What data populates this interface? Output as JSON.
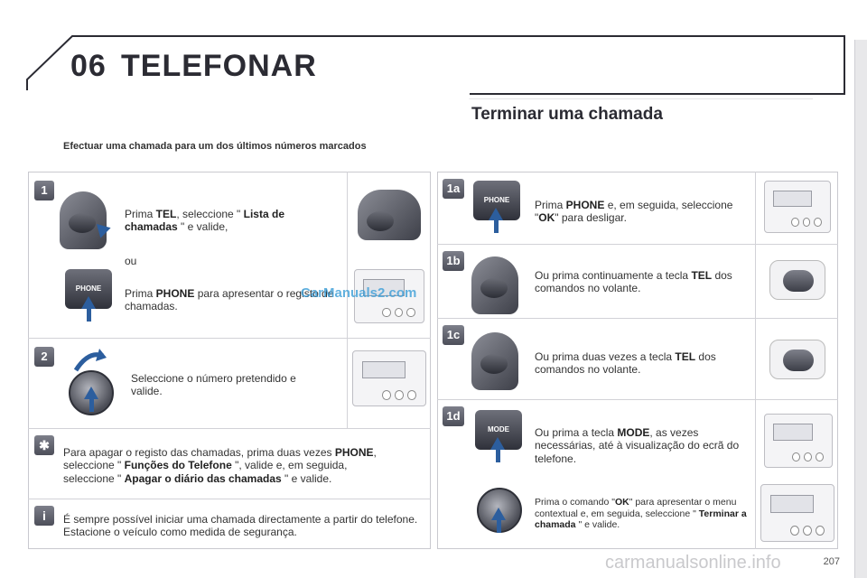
{
  "header": {
    "chapter_number": "06",
    "chapter_title": "TELEFONAR"
  },
  "section_title": "Terminar uma chamada",
  "intro": "Efectuar uma chamada para um dos últimos números marcados",
  "left": {
    "step1": {
      "badge": "1",
      "text_a_pre": "Prima ",
      "text_a_tel": "TEL",
      "text_a_mid": ", seleccione \" ",
      "text_a_list": "Lista de chamadas",
      "text_a_post": " \" e valide,",
      "or": "ou",
      "text_b_pre": "Prima ",
      "text_b_phone": "PHONE",
      "text_b_post": " para apresentar o registo de chamadas.",
      "phone_key": "PHONE"
    },
    "step2": {
      "badge": "2",
      "text": "Seleccione o número pretendido e valide."
    },
    "tip": {
      "t1": "Para apagar o registo das chamadas, prima duas vezes ",
      "t1b": "PHONE",
      "t1c": ",",
      "t2": "seleccione \" ",
      "t2b": "Funções do Telefone",
      "t2c": " \", valide e, em seguida,",
      "t3": "seleccione \" ",
      "t3b": "Apagar o diário das chamadas",
      "t3c": " \" e valide."
    },
    "info": {
      "text": "É sempre possível iniciar uma chamada directamente a partir do telefone. Estacione o veículo como medida de segurança."
    }
  },
  "right": {
    "s1a": {
      "badge": "1a",
      "pre": "Prima ",
      "phone": "PHONE",
      "mid": " e, em seguida, seleccione \"",
      "ok": "OK",
      "post": "\" para desligar.",
      "key": "PHONE"
    },
    "s1b": {
      "badge": "1b",
      "pre": "Ou prima continuamente a tecla ",
      "tel": "TEL",
      "post": " dos comandos no volante."
    },
    "s1c": {
      "badge": "1c",
      "pre": "Ou prima duas vezes a tecla ",
      "tel": "TEL",
      "post": " dos comandos no volante."
    },
    "s1d": {
      "badge": "1d",
      "pre": "Ou prima a tecla ",
      "mode": "MODE",
      "post": ", as vezes necessárias, até à visualização do ecrã do telefone.",
      "key": "MODE",
      "sub_pre": "Prima o comando \"",
      "sub_ok": "OK",
      "sub_mid": "\" para apresentar o menu contextual e, em seguida, seleccione \" ",
      "sub_end": "Terminar a chamada",
      "sub_post": " \" e valide."
    }
  },
  "watermark": "CarManuals2.com",
  "watermark_footer": "carmanualsonline.info",
  "page_number": "207"
}
